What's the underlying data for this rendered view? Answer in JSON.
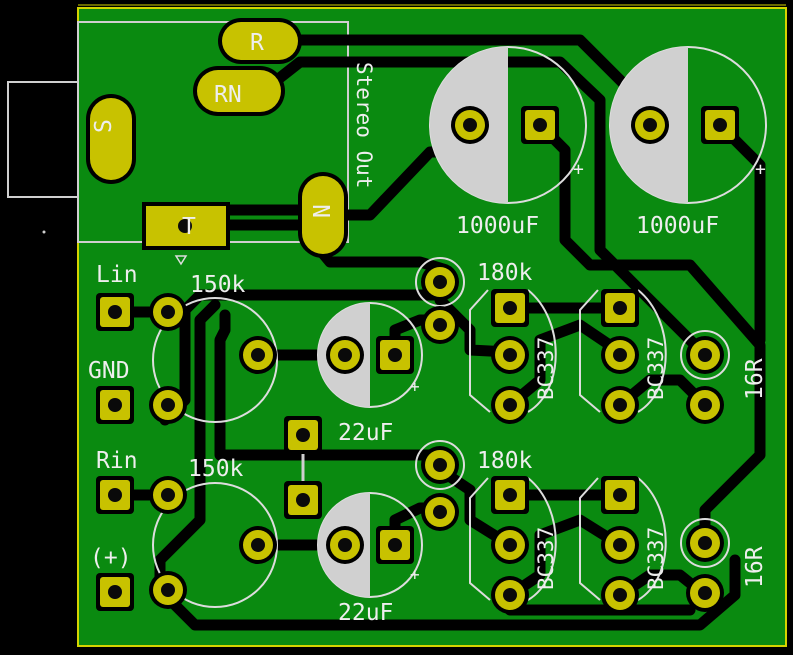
{
  "colors": {
    "background": "#000000",
    "board": "#0a8a10",
    "board_edge": "#d4d400",
    "trace": "#000000",
    "pad": "#c8c200",
    "pad_outline": "#d8d400",
    "drill": "#0a0a0a",
    "silkscreen": "#eeeeee"
  },
  "jack": {
    "label": "Stereo Out",
    "pins": {
      "r": "R",
      "rn": "RN",
      "s": "S",
      "t": "T",
      "n": "N"
    }
  },
  "connectors": {
    "lin": "Lin",
    "gnd": "GND",
    "rin": "Rin",
    "plus": "(+)"
  },
  "components": {
    "cap_large_left": "1000uF",
    "cap_large_right": "1000uF",
    "pot_top": "150k",
    "pot_bottom": "150k",
    "cap_small_top": "22uF",
    "cap_small_bottom": "22uF",
    "res_top": "180k",
    "res_bottom": "180k",
    "transistor_1": "BC337",
    "transistor_2": "BC337",
    "transistor_3": "BC337",
    "transistor_4": "BC337",
    "res_load_top": "16R",
    "res_load_bottom": "16R"
  },
  "polarity_mark": "+"
}
